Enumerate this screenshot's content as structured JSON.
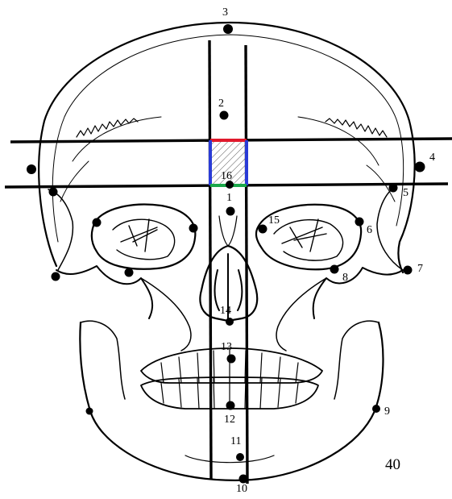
{
  "figure_number": "40",
  "landmarks": [
    {
      "id": "1",
      "label": "1"
    },
    {
      "id": "2",
      "label": "2"
    },
    {
      "id": "3",
      "label": "3"
    },
    {
      "id": "4",
      "label": "4"
    },
    {
      "id": "5",
      "label": "5"
    },
    {
      "id": "6",
      "label": "6"
    },
    {
      "id": "7",
      "label": "7"
    },
    {
      "id": "8",
      "label": "8"
    },
    {
      "id": "9",
      "label": "9"
    },
    {
      "id": "10",
      "label": "10"
    },
    {
      "id": "11",
      "label": "11"
    },
    {
      "id": "12",
      "label": "12"
    },
    {
      "id": "13",
      "label": "13"
    },
    {
      "id": "14",
      "label": "14"
    },
    {
      "id": "15",
      "label": "15"
    },
    {
      "id": "16",
      "label": "16"
    }
  ],
  "colors": {
    "line": "#000000",
    "box_top": "#e0192c",
    "box_sides": "#2a3bd6",
    "box_bottom": "#1aa84a"
  }
}
